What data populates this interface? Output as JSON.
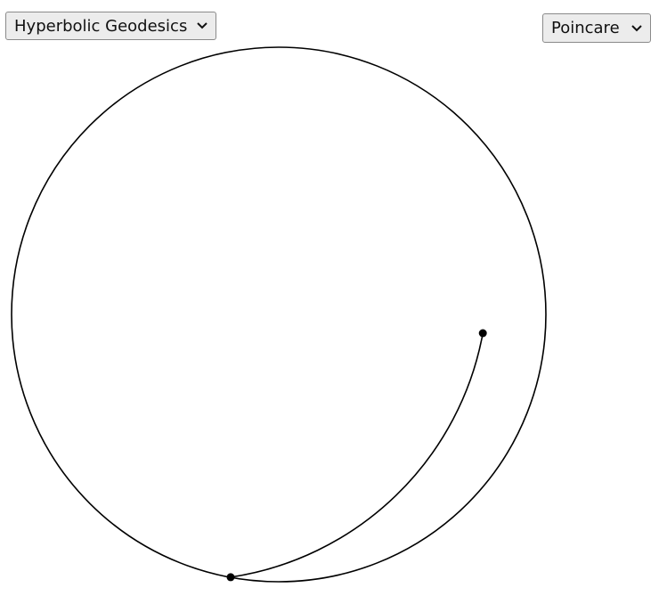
{
  "toolbar": {
    "demo_select": {
      "selected": "Hyperbolic Geodesics",
      "icon": "chevron-down-icon"
    },
    "model_select": {
      "selected": "Poincare",
      "icon": "chevron-down-icon"
    }
  },
  "canvas": {
    "model": "Poincare disk",
    "stroke_color": "#000000",
    "background": "#ffffff",
    "points": [
      {
        "name": "point-a",
        "x": 0.764,
        "y": -0.07
      },
      {
        "name": "point-b",
        "x": -0.18,
        "y": -0.983
      }
    ]
  }
}
